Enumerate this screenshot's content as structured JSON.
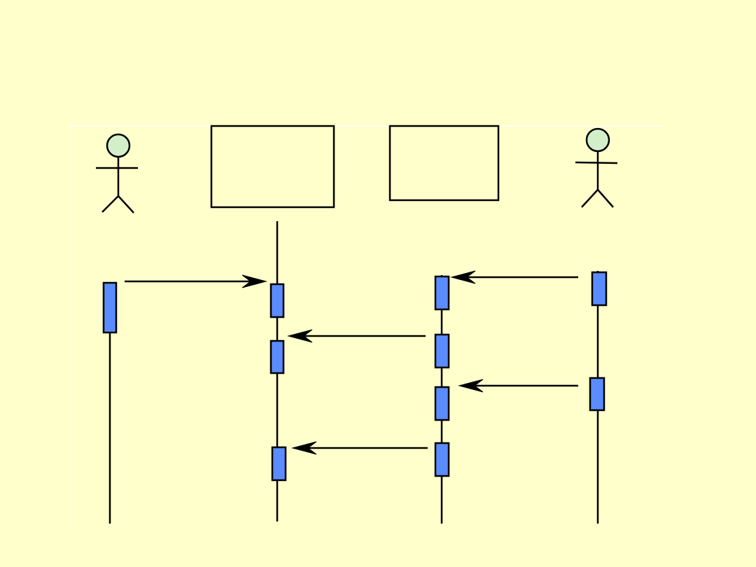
{
  "diagram": {
    "type": "sequence",
    "colors": {
      "background": "#FFFFCC",
      "actor_head": "#D3EFCA",
      "activation": "#5B8CFF",
      "stroke": "#000000",
      "panel_border": "#FFFFFF"
    },
    "participants": [
      {
        "kind": "actor",
        "label": ""
      },
      {
        "kind": "object",
        "label": ""
      },
      {
        "kind": "object",
        "label": ""
      },
      {
        "kind": "actor",
        "label": ""
      }
    ],
    "messages": [
      {
        "from": 0,
        "to": 1,
        "label": ""
      },
      {
        "from": 3,
        "to": 2,
        "label": ""
      },
      {
        "from": 2,
        "to": 1,
        "label": ""
      },
      {
        "from": 3,
        "to": 2,
        "label": ""
      },
      {
        "from": 2,
        "to": 1,
        "label": ""
      }
    ]
  }
}
